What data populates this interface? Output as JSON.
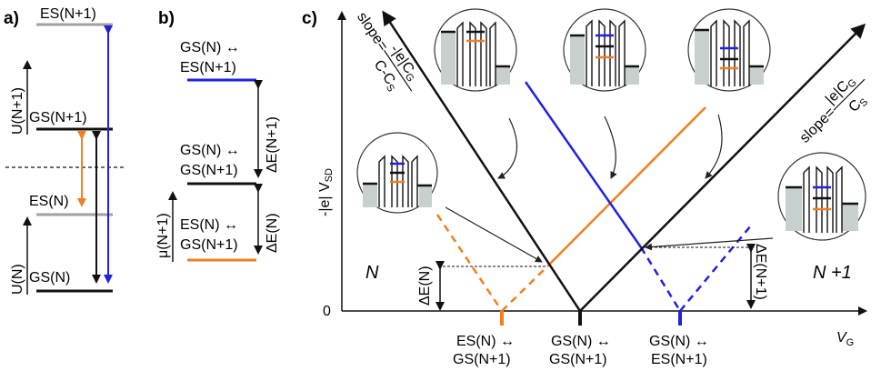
{
  "panels": {
    "a": "a)",
    "b": "b)",
    "c": "c)"
  },
  "colors": {
    "black": "#111111",
    "grey": "#a0a0a0",
    "orange": "#f07f21",
    "blue": "#2020e0",
    "wall": "#c7cfcf"
  },
  "panel_a": {
    "es_n1": "ES(N+1)",
    "gs_n1": "GS(N+1)",
    "es_n": "ES(N)",
    "gs_n": "GS(N)",
    "u_n1": "U(N+1)",
    "u_n": "U(N)"
  },
  "panel_b": {
    "blue_l1": "GS(N) ↔",
    "blue_l2": "ES(N+1)",
    "black_l1": "GS(N) ↔",
    "black_l2": "GS(N+1)",
    "orange_l1": "ES(N) ↔",
    "orange_l2": "GS(N+1)",
    "de_n1": "ΔE(N+1)",
    "de_n": "ΔE(N)",
    "mu": "μ(N+1)"
  },
  "panel_c": {
    "yaxis": "-|e| V",
    "yaxis_sub": "SD",
    "xaxis": "V",
    "xaxis_sub": "G",
    "origin": "0",
    "region_left": "N",
    "region_right": "N +1",
    "de_n": "ΔE(N)",
    "de_n1": "ΔE(N+1)",
    "slope_left_prefix": "slope=",
    "slope_left_num": "-|e|C",
    "slope_left_num_sub": "G",
    "slope_left_den": "C-C",
    "slope_left_den_sub": "S",
    "slope_right_prefix": "slope=",
    "slope_right_num": "|e|C",
    "slope_right_num_sub": "G",
    "slope_right_den": "C",
    "slope_right_den_sub": "S",
    "tick_left_l1": "ES(N) ↔",
    "tick_left_l2": "GS(N+1)",
    "tick_mid_l1": "GS(N) ↔",
    "tick_mid_l2": "GS(N+1)",
    "tick_right_l1": "GS(N) ↔",
    "tick_right_l2": "ES(N+1)"
  }
}
